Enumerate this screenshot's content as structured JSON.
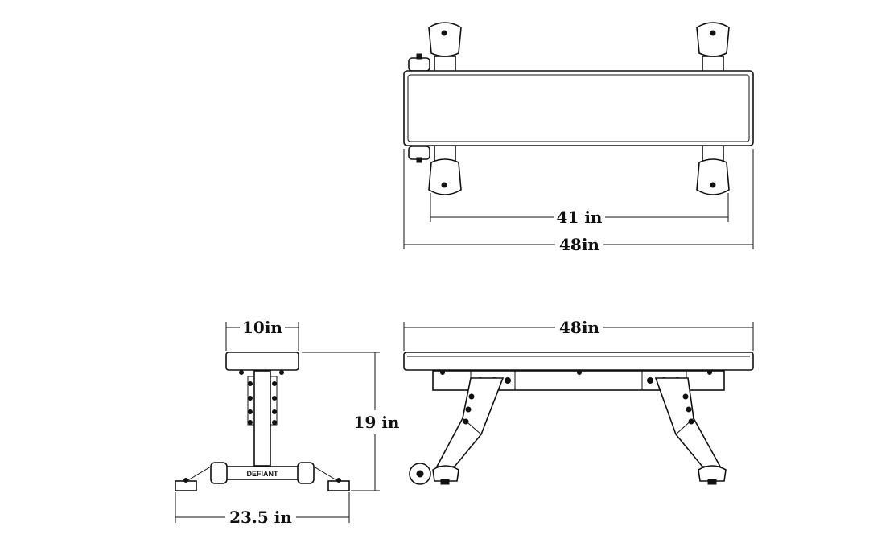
{
  "top_view": {
    "inner_leg_spacing": "41 in",
    "overall_length": "48in"
  },
  "side_view": {
    "overall_length": "48in"
  },
  "end_view": {
    "pad_width": "10in",
    "height": "19 in",
    "base_width": "23.5 in",
    "base_logo": "DEFIANT"
  }
}
